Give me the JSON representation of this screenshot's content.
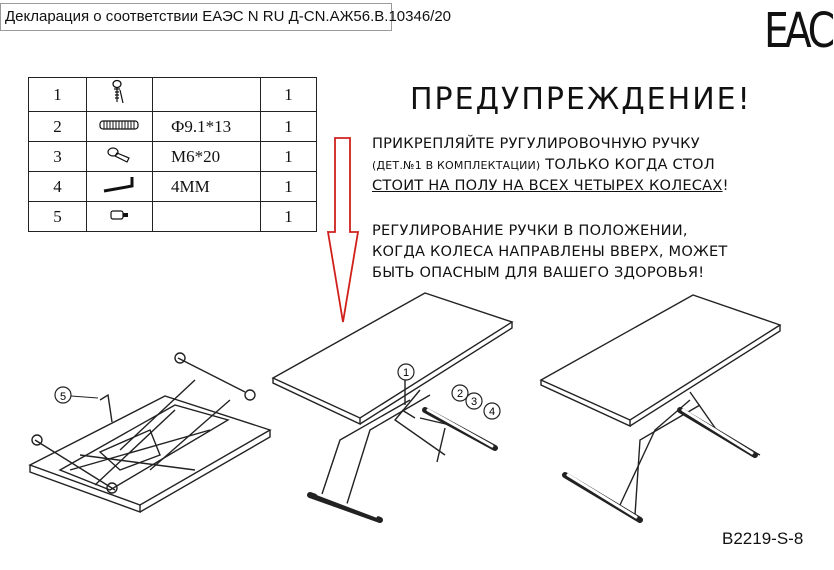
{
  "header": {
    "declaration": "Декларация о соответствии ЕАЭС N RU Д-CN.АЖ56.В.10346/20",
    "mark": "ЕАС"
  },
  "parts": [
    {
      "num": "1",
      "icon": "screw-handle-icon",
      "spec": "",
      "qty": "1"
    },
    {
      "num": "2",
      "icon": "spring-icon",
      "spec": "Ф9.1*13",
      "qty": "1"
    },
    {
      "num": "3",
      "icon": "bolt-icon",
      "spec": "M6*20",
      "qty": "1"
    },
    {
      "num": "4",
      "icon": "hex-key-icon",
      "spec": "4MM",
      "qty": "1"
    },
    {
      "num": "5",
      "icon": "plug-icon",
      "spec": "",
      "qty": "1"
    }
  ],
  "warning": {
    "title": "ПРЕДУПРЕЖДЕНИЕ!",
    "line1": "ПРИКРЕПЛЯЙТЕ РУГУЛИРОВОЧНУЮ РУЧКУ",
    "line2_small": "(ДЕТ.№1 В КОМПЛЕКТАЦИИ)",
    "line2_rest": " ТОЛЬКО КОГДА СТОЛ",
    "line3_underlined": "СТОИТ НА ПОЛУ НА ВСЕХ ЧЕТЫРЕХ КОЛЕСАХ",
    "line3_end": "!",
    "line4": "РЕГУЛИРОВАНИЕ РУЧКИ В ПОЛОЖЕНИИ,",
    "line5": "КОГДА КОЛЕСА НАПРАВЛЕНЫ ВВЕРХ, МОЖЕТ",
    "line6": "БЫТЬ ОПАСНЫМ ДЛЯ ВАШЕГО ЗДОРОВЬЯ!"
  },
  "callouts": {
    "c1": "1",
    "c2": "2",
    "c3": "3",
    "c4": "4",
    "c5": "5"
  },
  "model_code": "B2219-S-8"
}
